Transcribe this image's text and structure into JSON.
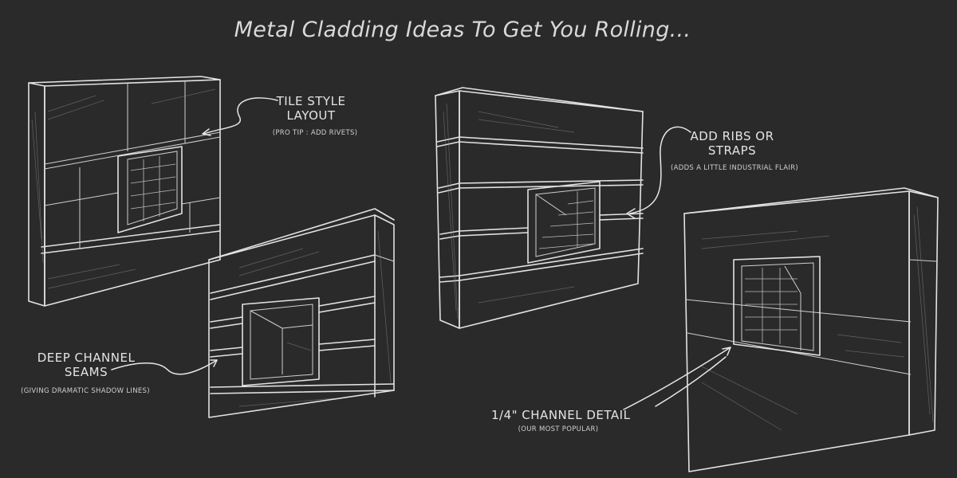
{
  "title": "Metal Cladding Ideas To Get You Rolling...",
  "annotations": {
    "tile": {
      "label_line1": "TILE STYLE",
      "label_line2": "LAYOUT",
      "note": "(PRO TIP : ADD RIVETS)"
    },
    "ribs": {
      "label_line1": "ADD RIBS OR",
      "label_line2": "STRAPS",
      "note": "(ADDS A LITTLE INDUSTRIAL FLAIR)"
    },
    "channel_seams": {
      "label_line1": "DEEP CHANNEL",
      "label_line2": "SEAMS",
      "note": "(GIVING DRAMATIC SHADOW LINES)"
    },
    "channel_detail": {
      "label_line1": "1/4\" CHANNEL DETAIL",
      "note": "(OUR MOST POPULAR)"
    }
  },
  "colors": {
    "background": "#2a2a2a",
    "chalk": "#e2e2e2"
  }
}
